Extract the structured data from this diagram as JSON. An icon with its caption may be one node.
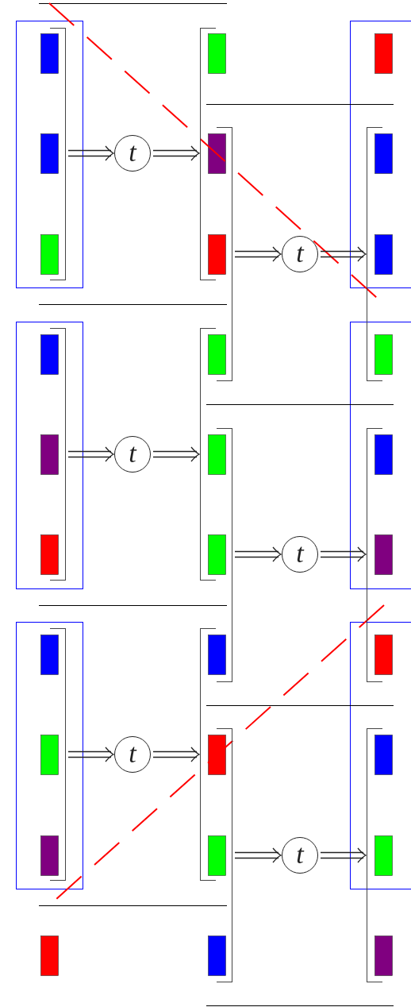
{
  "diagram": {
    "nodes": [
      {
        "text": [],
        "shape": "bracket"
      },
      {
        "text": [
          "t"
        ]
      },
      {
        "text": [],
        "shape": "bracket"
      },
      {
        "text": [],
        "shape": "bracket"
      },
      {
        "text": [
          "t"
        ]
      },
      {
        "text": [],
        "shape": "bracket"
      },
      {
        "text": [],
        "shape": "bracket"
      },
      {
        "text": [
          "t"
        ]
      },
      {
        "text": [],
        "shape": "bracket"
      },
      {
        "text": [],
        "shape": "bracket"
      },
      {
        "text": [
          "t"
        ]
      },
      {
        "text": [],
        "shape": "bracket"
      },
      {
        "text": [],
        "shape": "bracket"
      },
      {
        "text": [
          "t"
        ]
      },
      {
        "text": [],
        "shape": "bracket"
      },
      {
        "text": [],
        "shape": "bracket"
      },
      {
        "text": [
          "t"
        ]
      },
      {
        "text": [],
        "shape": "bracket"
      }
    ],
    "edges": [
      {
        "from": 0,
        "to": 1,
        "arrow": "to"
      },
      {
        "from": 1,
        "to": 2,
        "arrow": "to"
      },
      {
        "from": 3,
        "to": 4,
        "arrow": "to"
      },
      {
        "from": 4,
        "to": 5,
        "arrow": "to"
      },
      {
        "from": 6,
        "to": 7,
        "arrow": "to"
      },
      {
        "from": 7,
        "to": 8,
        "arrow": "to"
      },
      {
        "from": 9,
        "to": 10,
        "arrow": "to"
      },
      {
        "from": 10,
        "to": 11,
        "arrow": "to"
      },
      {
        "from": 12,
        "to": 13,
        "arrow": "to"
      },
      {
        "from": 13,
        "to": 14,
        "arrow": "to"
      },
      {
        "from": 15,
        "to": 16,
        "arrow": "to"
      },
      {
        "from": 16,
        "to": 17,
        "arrow": "to"
      }
    ]
  }
}
